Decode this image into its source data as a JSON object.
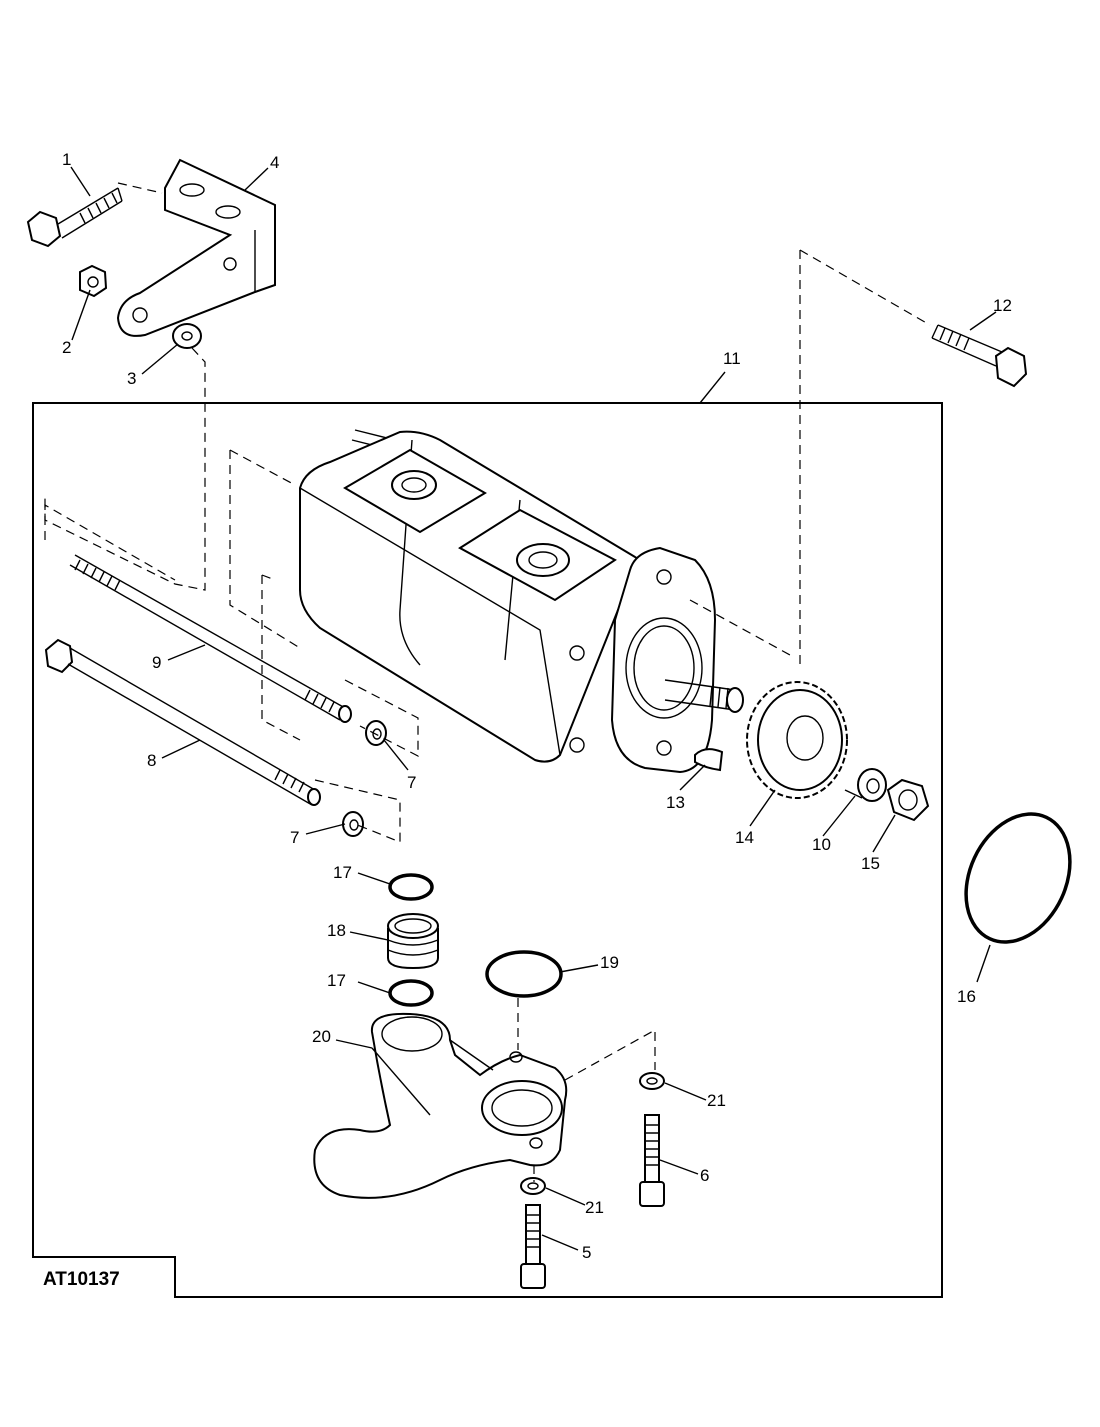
{
  "figure_code": "AT10137",
  "callouts": [
    "1",
    "2",
    "3",
    "4",
    "5",
    "6",
    "7",
    "7",
    "8",
    "9",
    "10",
    "11",
    "12",
    "13",
    "14",
    "15",
    "16",
    "17",
    "17",
    "18",
    "19",
    "20",
    "21",
    "21"
  ]
}
